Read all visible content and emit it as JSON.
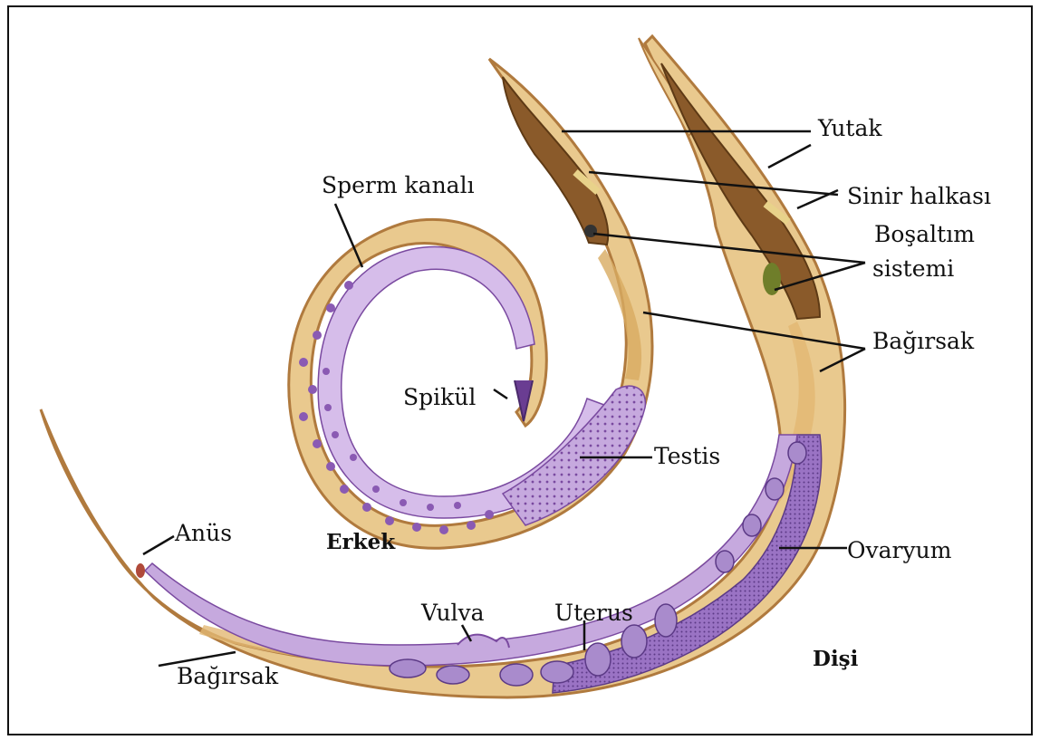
{
  "labels": {
    "yutak": "Yutak",
    "sinir_halkasi": "Sinir halkası",
    "bosaltim_1": "Boşaltım",
    "bosaltim_2": "sistemi",
    "bagirsak_right": "Bağırsak",
    "sperm_kanali": "Sperm kanalı",
    "spikul": "Spikül",
    "testis": "Testis",
    "erkek": "Erkek",
    "anus": "Anüs",
    "ovaryum": "Ovaryum",
    "vulva": "Vulva",
    "uterus": "Uterus",
    "disi": "Dişi",
    "bagirsak_left": "Bağırsak"
  },
  "colors": {
    "body_wall": "#e9c98e",
    "body_outline": "#b07a3e",
    "pharynx": "#8a5a2a",
    "gonad": "#b48fd0",
    "ovary": "#8d63b8",
    "sperm": "#7a4aa0",
    "leader": "#111111"
  }
}
